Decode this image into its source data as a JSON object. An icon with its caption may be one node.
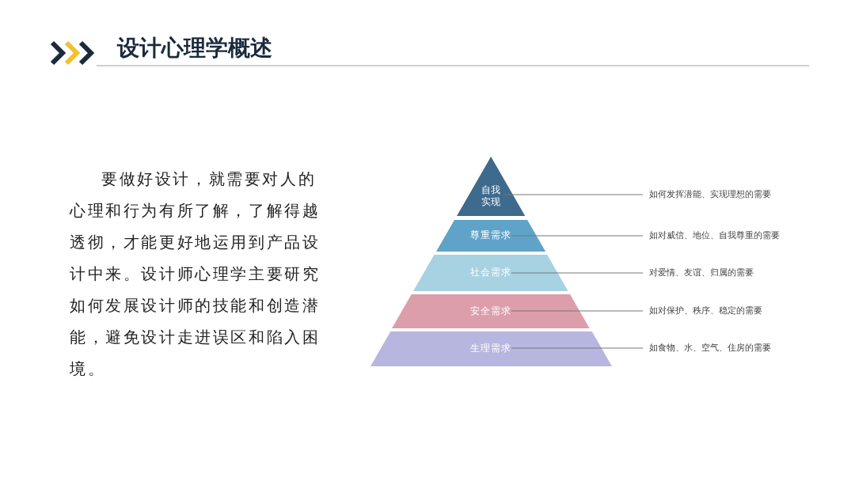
{
  "diagram": {
    "title": "设计心理学概述",
    "nodes": [
      {
        "text": [
          "自我实现"
        ]
      },
      {
        "text": [
          "尊重需求"
        ]
      },
      {
        "text": [
          "社会需求"
        ]
      },
      {
        "text": [
          "安全需求"
        ]
      },
      {
        "text": [
          "生理需求"
        ]
      },
      {
        "text": [
          "如何发挥潜能、实现理想的需要"
        ]
      },
      {
        "text": [
          "如对威信、地位、自我尊重的需要"
        ]
      },
      {
        "text": [
          "对爱情、友谊、归属的需要"
        ]
      },
      {
        "text": [
          "如对保护、秩序、稳定的需要"
        ]
      },
      {
        "text": [
          "如食物、水、空气、住房的需要"
        ]
      }
    ],
    "edges": [
      {
        "from": 0,
        "to": 5,
        "arrow": "none"
      },
      {
        "from": 1,
        "to": 6,
        "arrow": "none"
      },
      {
        "from": 2,
        "to": 7,
        "arrow": "none"
      },
      {
        "from": 3,
        "to": 8,
        "arrow": "none"
      },
      {
        "from": 4,
        "to": 9,
        "arrow": "none"
      }
    ],
    "labels": [
      "要做好设计，就需要对人的心理和行为有所了解，了解得越透彻，才能更好地运用到产品设计中来。设计师心理学主要研究如何发展设计师的技能和创造潜能，避免设计走进误区和陷入困境。"
    ]
  }
}
